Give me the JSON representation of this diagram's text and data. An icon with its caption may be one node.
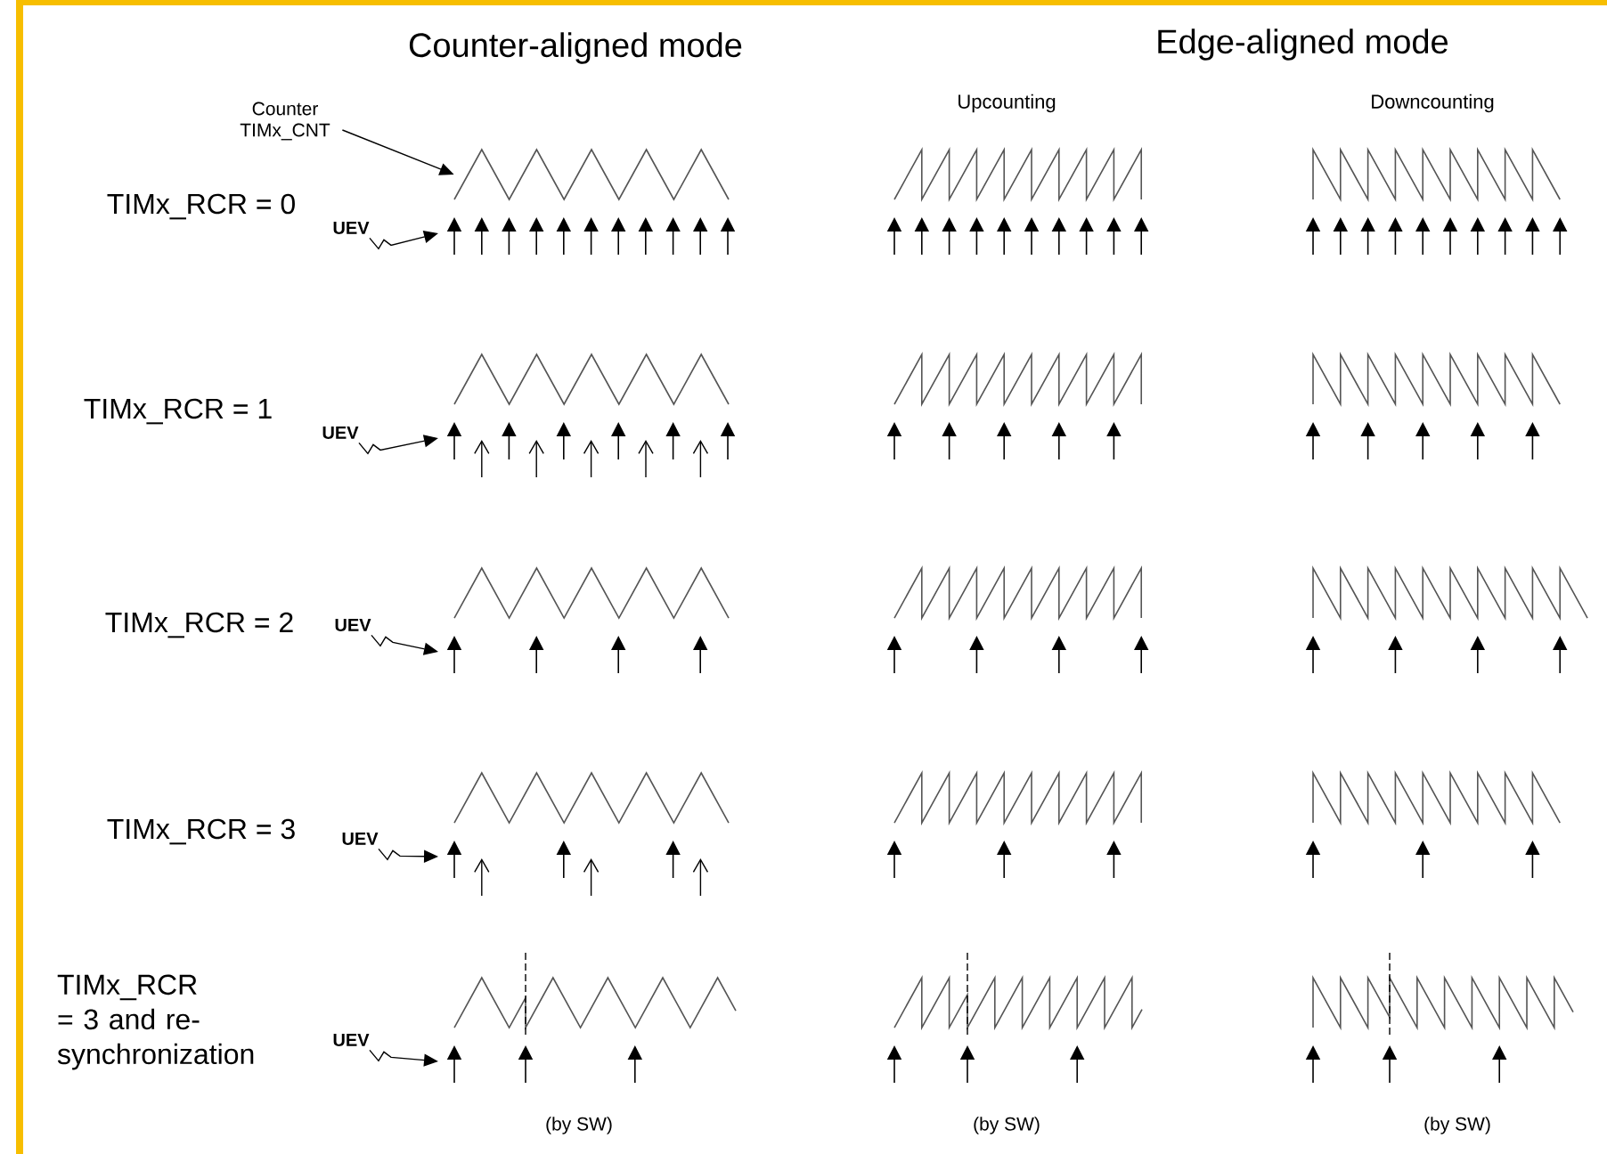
{
  "diagram": {
    "nodes": [
      {
        "text": [
          "Counter TIMx_CNT"
        ]
      },
      {
        "text": [
          "UEV"
        ]
      },
      {
        "text": [
          "UEV"
        ]
      },
      {
        "text": [
          "UEV"
        ]
      },
      {
        "text": [
          "UEV"
        ]
      },
      {
        "text": [
          "UEV"
        ]
      },
      {
        "text": [],
        "shape": "picture"
      }
    ],
    "edges": [
      {
        "from": 0,
        "to": 6,
        "arrow": "to"
      },
      {
        "from": 1,
        "to": null,
        "arrow": "to"
      },
      {
        "from": 2,
        "to": null,
        "arrow": "to"
      },
      {
        "from": 3,
        "to": null,
        "arrow": "to"
      },
      {
        "from": 4,
        "to": null,
        "arrow": "to"
      },
      {
        "from": 5,
        "to": null,
        "arrow": "to"
      }
    ],
    "labels": [
      "Counter-aligned mode",
      "Edge-aligned mode",
      "Upcounting",
      "Downcounting",
      "TIMx_RCR = 0",
      "TIMx_RCR = 1",
      "TIMx_RCR = 2",
      "TIMx_RCR = 3",
      "TIMx_RCR = 3 and re-synchronization",
      "(by SW)",
      "(by SW)",
      "(by SW)"
    ]
  }
}
